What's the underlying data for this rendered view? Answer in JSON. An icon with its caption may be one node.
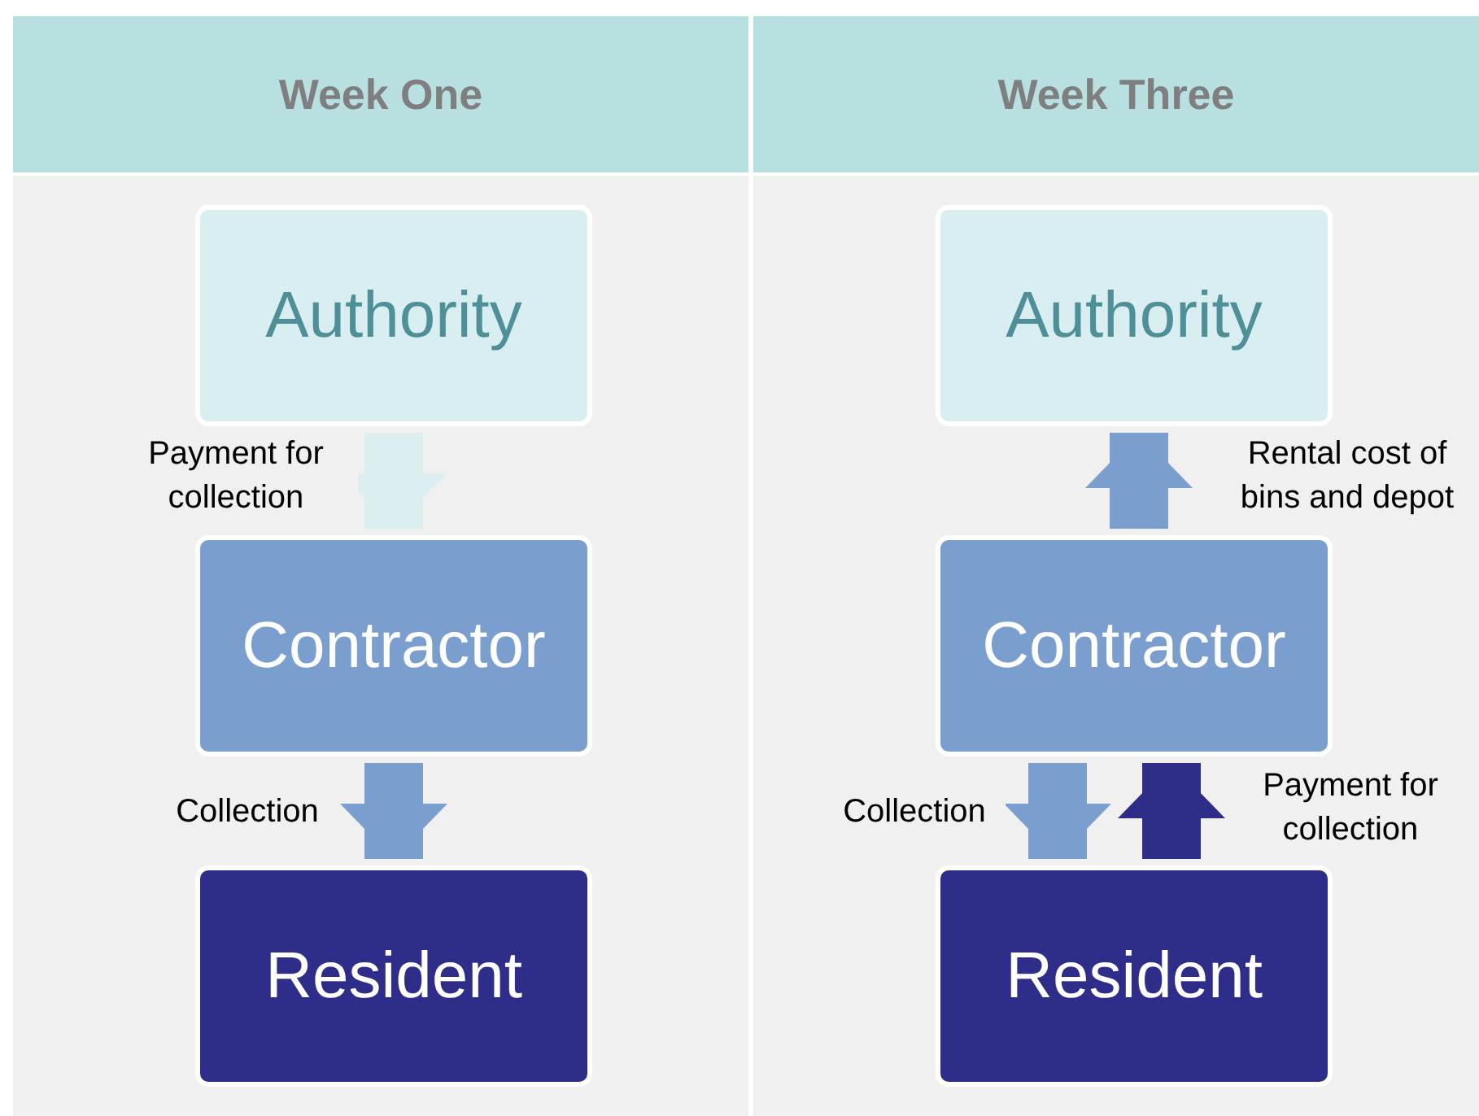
{
  "diagram": {
    "nodes": [
      {
        "text": [
          "Week One"
        ]
      },
      {
        "text": [
          "Week Three"
        ]
      },
      {
        "text": [
          "Authority"
        ]
      },
      {
        "text": [
          "Contractor"
        ]
      },
      {
        "text": [
          "Resident"
        ]
      },
      {
        "text": [
          "Authority"
        ]
      },
      {
        "text": [
          "Contractor"
        ]
      },
      {
        "text": [
          "Resident"
        ]
      }
    ],
    "edges": [
      {
        "from": 2,
        "to": 3,
        "arrow": "to",
        "label": "Payment for collection",
        "color": "#dbeef0"
      },
      {
        "from": 3,
        "to": 4,
        "arrow": "to",
        "label": "Collection"
      },
      {
        "from": 6,
        "to": 5,
        "arrow": "to",
        "label": "Rental cost of bins and depot"
      },
      {
        "from": 6,
        "to": 7,
        "arrow": "to",
        "label": "Collection"
      },
      {
        "from": 7,
        "to": 6,
        "arrow": "to",
        "label": "Payment for collection",
        "color": "#2e2e8a"
      }
    ]
  }
}
